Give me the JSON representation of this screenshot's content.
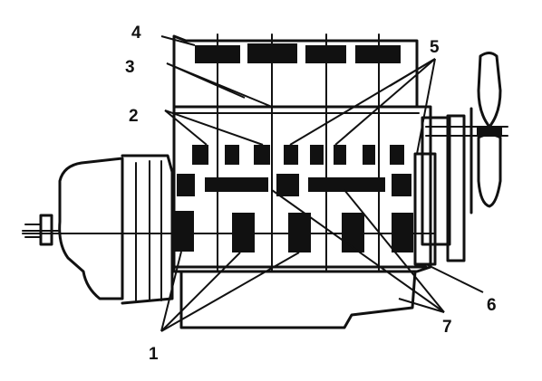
{
  "callouts": [
    {
      "id": "c1",
      "text": "1"
    },
    {
      "id": "c2",
      "text": "2"
    },
    {
      "id": "c3",
      "text": "3"
    },
    {
      "id": "c4",
      "text": "4"
    },
    {
      "id": "c5",
      "text": "5"
    },
    {
      "id": "c6",
      "text": "6"
    },
    {
      "id": "c7",
      "text": "7"
    }
  ],
  "colors": {
    "ink": "#111111",
    "paper": "#ffffff"
  }
}
